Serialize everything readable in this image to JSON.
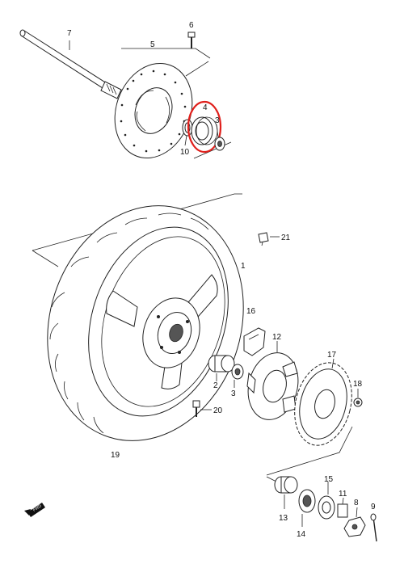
{
  "callouts": {
    "p1": "1",
    "p2": "2",
    "p3a": "3",
    "p3b": "3",
    "p4": "4",
    "p5": "5",
    "p6": "6",
    "p7": "7",
    "p8": "8",
    "p9": "9",
    "p10": "10",
    "p11": "11",
    "p12": "12",
    "p13": "13",
    "p14": "14",
    "p15": "15",
    "p16": "16",
    "p17": "17",
    "p18": "18",
    "p19": "19",
    "p20": "20",
    "p21": "21"
  },
  "direction_marker": {
    "label": "FWD"
  },
  "highlight": {
    "color": "#e0201c",
    "part": "4"
  }
}
